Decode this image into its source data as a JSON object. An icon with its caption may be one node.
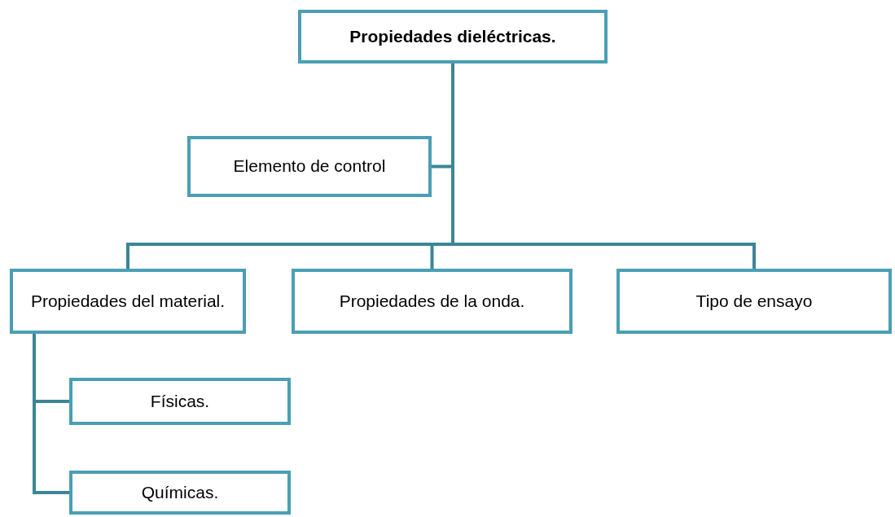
{
  "diagram": {
    "nodes": [
      {
        "text": [
          "Propiedades dieléctricas."
        ]
      },
      {
        "text": [
          "Elemento de control"
        ]
      },
      {
        "text": [
          "Propiedades del material."
        ]
      },
      {
        "text": [
          "Propiedades de la onda."
        ]
      },
      {
        "text": [
          "Tipo de ensayo"
        ]
      },
      {
        "text": [
          "Físicas."
        ]
      },
      {
        "text": [
          "Químicas."
        ]
      }
    ],
    "edges": [
      {
        "from": 0,
        "to": 1,
        "arrow": "none"
      },
      {
        "from": 0,
        "to": 2,
        "arrow": "none"
      },
      {
        "from": 0,
        "to": 3,
        "arrow": "none"
      },
      {
        "from": 0,
        "to": 4,
        "arrow": "none"
      },
      {
        "from": 2,
        "to": 5,
        "arrow": "none"
      },
      {
        "from": 2,
        "to": 6,
        "arrow": "none"
      }
    ]
  }
}
